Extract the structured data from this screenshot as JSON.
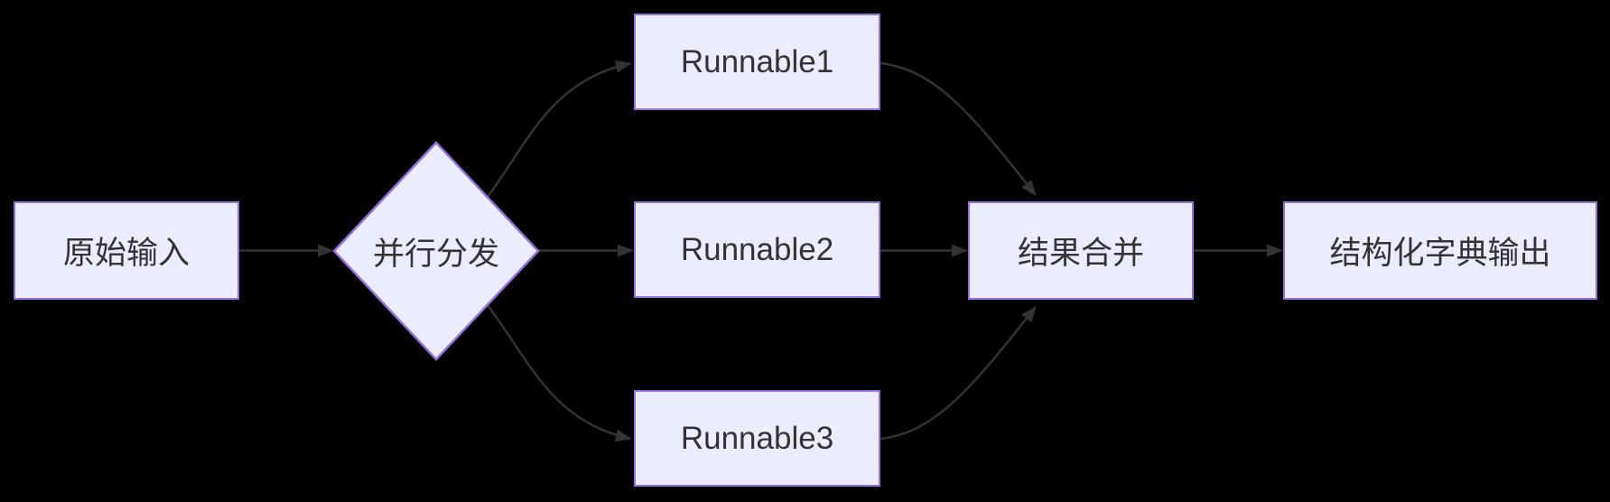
{
  "diagram": {
    "type": "flowchart-LR",
    "background_color": "#000000",
    "node_fill_color": "#ECECFF",
    "node_border_color": "#9370DB",
    "edge_color": "#333333",
    "text_color": "#333333",
    "nodes": [
      {
        "id": "raw-input",
        "label": "原始输入",
        "shape": "rect"
      },
      {
        "id": "parallel-dispatch",
        "label": "并行分发",
        "shape": "diamond"
      },
      {
        "id": "runnable1",
        "label": "Runnable1",
        "shape": "rect"
      },
      {
        "id": "runnable2",
        "label": "Runnable2",
        "shape": "rect"
      },
      {
        "id": "runnable3",
        "label": "Runnable3",
        "shape": "rect"
      },
      {
        "id": "result-merge",
        "label": "结果合并",
        "shape": "rect"
      },
      {
        "id": "dict-output",
        "label": "结构化字典输出",
        "shape": "rect"
      }
    ],
    "edges": [
      {
        "from": "raw-input",
        "to": "parallel-dispatch"
      },
      {
        "from": "parallel-dispatch",
        "to": "runnable1"
      },
      {
        "from": "parallel-dispatch",
        "to": "runnable2"
      },
      {
        "from": "parallel-dispatch",
        "to": "runnable3"
      },
      {
        "from": "runnable1",
        "to": "result-merge"
      },
      {
        "from": "runnable2",
        "to": "result-merge"
      },
      {
        "from": "runnable3",
        "to": "result-merge"
      },
      {
        "from": "result-merge",
        "to": "dict-output"
      }
    ]
  }
}
